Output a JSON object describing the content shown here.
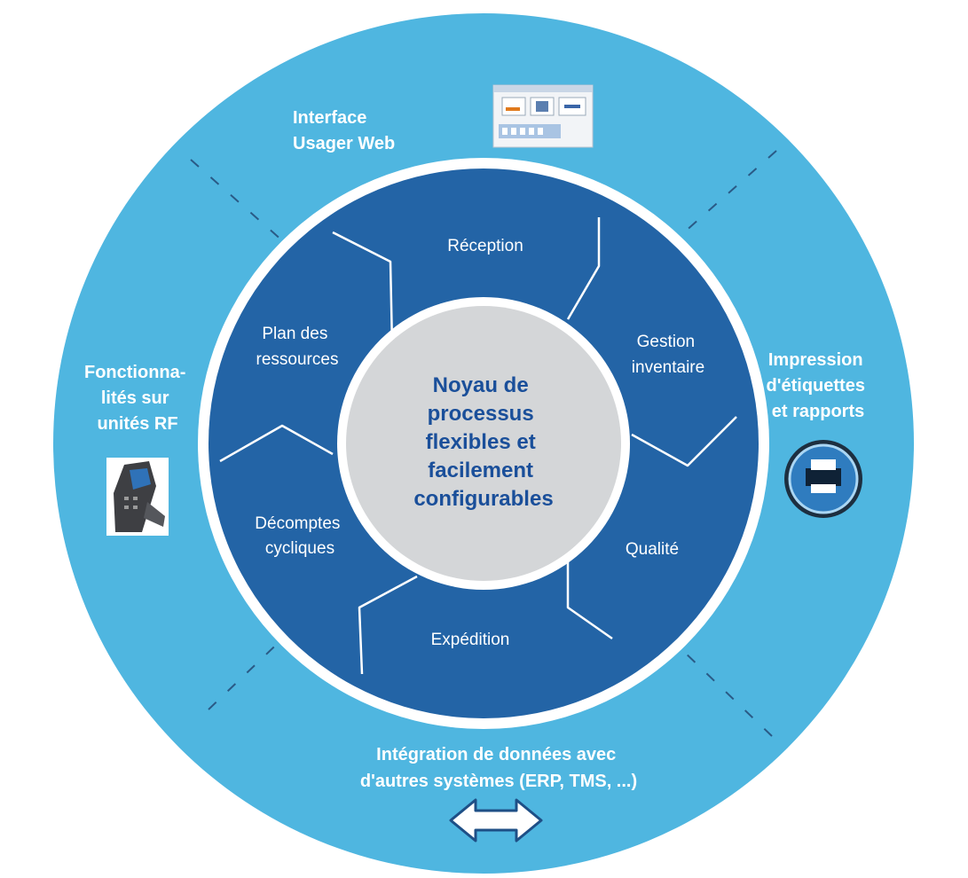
{
  "core": {
    "lines": [
      "Noyau de",
      "processus",
      "flexibles et",
      "facilement",
      "configurables"
    ]
  },
  "segments": [
    {
      "key": "reception",
      "lines": [
        "Réception"
      ]
    },
    {
      "key": "gestion-inventaire",
      "lines": [
        "Gestion",
        "inventaire"
      ]
    },
    {
      "key": "qualite",
      "lines": [
        "Qualité"
      ]
    },
    {
      "key": "expedition",
      "lines": [
        "Expédition"
      ]
    },
    {
      "key": "decomptes-cycliques",
      "lines": [
        "Décomptes",
        "cycliques"
      ]
    },
    {
      "key": "plan-ressources",
      "lines": [
        "Plan des",
        "ressources"
      ]
    }
  ],
  "outer": {
    "web": [
      "Interface",
      "Usager Web"
    ],
    "rf": [
      "Fonctionna-",
      "lités sur",
      "unités RF"
    ],
    "print": [
      "Impression",
      "d'étiquettes",
      "et rapports"
    ],
    "integration": [
      "Intégration de données avec",
      "d'autres systèmes (ERP, TMS, ...)"
    ]
  },
  "icons": {
    "web": "web-interface-screenshot-icon",
    "rf": "handheld-rf-scanner-icon",
    "print": "printer-icon",
    "integration": "bidirectional-arrow-icon"
  },
  "colors": {
    "outer_ring": "#4fb6e0",
    "inner_ring": "#2364a6",
    "core": "#d4d6d8",
    "core_text": "#1a4f9a",
    "white": "#ffffff"
  }
}
